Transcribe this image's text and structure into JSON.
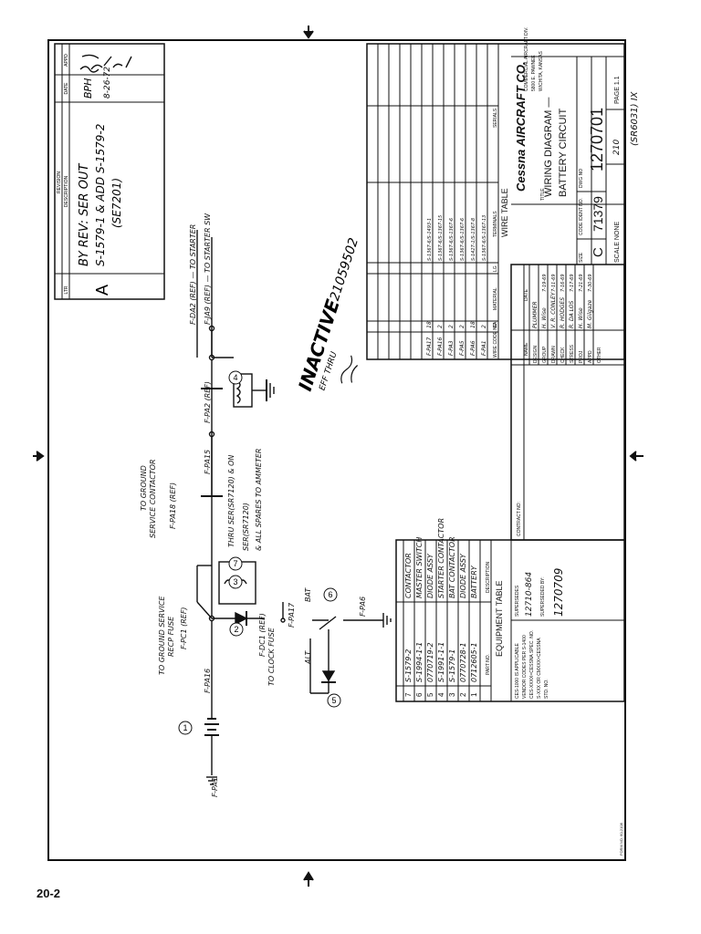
{
  "page_number": "20-2",
  "revision": {
    "header": "REVISION",
    "col_ltr": "LTR",
    "col_description": "DESCRIPTION",
    "col_date": "DATE",
    "col_appd": "APPD",
    "ltr": "A",
    "description_line1": "BY REV: SER OUT",
    "description_line2": "S-1579-1 & ADD S-1579-2",
    "description_line3": "(SE7201)",
    "by": "BPH",
    "date": "8-26-72"
  },
  "inactive_stamp": {
    "line1": "INACTIVE",
    "line2": "EFF THRU",
    "number": "21059502"
  },
  "components": {
    "c1": "1",
    "c2": "2",
    "c3": "3",
    "c4": "4",
    "c5": "5",
    "c6": "6",
    "c7": "7"
  },
  "labels": {
    "to_ground_service": "TO GROUND SERVICE",
    "recp_fuse": "RECP      FUSE",
    "f_pc1": "F-PC1 (REF)",
    "to_ground_service_contactor_1": "TO GROUND",
    "to_ground_service_contactor_2": "SERVICE CONTACTOR",
    "f_pa18": "F-PA18 (REF)",
    "thru_ser": "THRU SER(SR7120) & ON",
    "ser_note": "SER(SR7120)",
    "all_spares": "& ALL SPARES TO AMMETER",
    "f_pa15": "F-PA15",
    "f_pa16": "F-PA16",
    "f_pa2": "F-PA2 (REF)",
    "to_starter": "F-DA2 (REF) — TO STARTER",
    "to_starter_sw": "F-JA9 (REF) — TO STARTER SW",
    "f_dc1": "F-DC1 (REF)",
    "to_clock_fuse": "TO CLOCK FUSE",
    "f_pa17": "F-PA17",
    "bat": "BAT",
    "alt": "ALT",
    "f_pa6": "F-PA6",
    "f_pa1": "F-PA1"
  },
  "equipment_table": {
    "title": "EQUIPMENT TABLE",
    "col_part_no": "PART NO.",
    "col_description": "DESCRIPTION",
    "rows": [
      {
        "item": "7",
        "part": "S-1579-2",
        "desc": "CONTACTOR"
      },
      {
        "item": "6",
        "part": "S-1994-1-1",
        "desc": "MASTER SWITCH"
      },
      {
        "item": "5",
        "part": "0770719-2",
        "desc": "DIODE ASSY"
      },
      {
        "item": "4",
        "part": "S-1991-1-1",
        "desc": "STARTER CONTACTOR"
      },
      {
        "item": "3",
        "part": "S-1579-1",
        "desc": "BAT CONTACTOR"
      },
      {
        "item": "2",
        "part": "0770728-1",
        "desc": "DIODE ASSY"
      },
      {
        "item": "1",
        "part": "0712605-1",
        "desc": "BATTERY"
      }
    ],
    "applicable_1": "CES-1000 IS APPLICABLE",
    "applicable_2": "VENDOR CODES PER S-1400",
    "applicable_3": "CES-XXXX=CESSNA SPEC. NO.",
    "applicable_4": "S-XXX OR CMXXX=CESSNA",
    "applicable_5": "STD. NO.",
    "supersedes_label": "SUPERSEDES",
    "supersedes": "12710-864",
    "superseded_by_label": "SUPERSEDED BY:",
    "superseded_by": "1270709"
  },
  "wire_table": {
    "title": "WIRE TABLE",
    "col_code": "WIRE CODE NO",
    "col_ga": "GA",
    "col_material": "MATERIAL",
    "col_lg": "LG",
    "col_terminals": "TERMINALS",
    "col_serials": "SERIALS",
    "rows": [
      {
        "code": "F-PA1",
        "ga": "2",
        "term": "S-1367-6/S-1367-13"
      },
      {
        "code": "F-PA6",
        "ga": "18",
        "term": "S-1427-1/S-1367-8"
      },
      {
        "code": "F-PA5",
        "ga": "2",
        "term": "S-1367-6/S-1367-6"
      },
      {
        "code": "F-PA3",
        "ga": "2",
        "term": "S-1367-6/S-1367-6"
      },
      {
        "code": "F-PA16",
        "ga": "2",
        "term": "S-1367-6/S-1367-15"
      },
      {
        "code": "F-PA17",
        "ga": "18",
        "term": "S-1367-6/S-1493-1"
      }
    ]
  },
  "title_block": {
    "contract_no": "CONTRACT NO:",
    "col_name": "NAME",
    "col_date": "DATE",
    "rows": [
      {
        "role": "DESIGN",
        "name": "PLUMMER",
        "date": ""
      },
      {
        "role": "GROUP",
        "name": "H. Wise",
        "date": "7-19-69"
      },
      {
        "role": "DRAWN",
        "name": "V. R. CONLEY",
        "date": "7-11-69"
      },
      {
        "role": "CHECK",
        "name": "R. HODGES",
        "date": "7-16-69"
      },
      {
        "role": "STRESS",
        "name": "R. DA LOS",
        "date": "7-17-69"
      },
      {
        "role": "PROJ",
        "name": "H. Wise",
        "date": "7-21-69"
      },
      {
        "role": "APPD",
        "name": "M. Gilgaze",
        "date": "7-30-69"
      },
      {
        "role": "OTHER",
        "name": "",
        "date": ""
      }
    ],
    "company": "Cessna AIRCRAFT CO.",
    "division_1": "COMMERCIAL AIRCRAFT DIV.",
    "division_2": "5800 E. PAWNEE",
    "division_3": "WICHITA, KANSAS",
    "title_label": "TITLE",
    "title_1": "WIRING DIAGRAM —",
    "title_2": "BATTERY CIRCUIT",
    "size_label": "SIZE",
    "size": "C",
    "code_ident_label": "CODE IDENT NO.",
    "code_ident": "71379",
    "dwg_no_label": "DWG NO",
    "dwg_no": "1270701",
    "scale": "SCALE NONE",
    "sheet_code": "210",
    "page": "PAGE 1.1",
    "ref": "(SR6031) IX",
    "form_no": "FORM NO. 60-2108"
  }
}
